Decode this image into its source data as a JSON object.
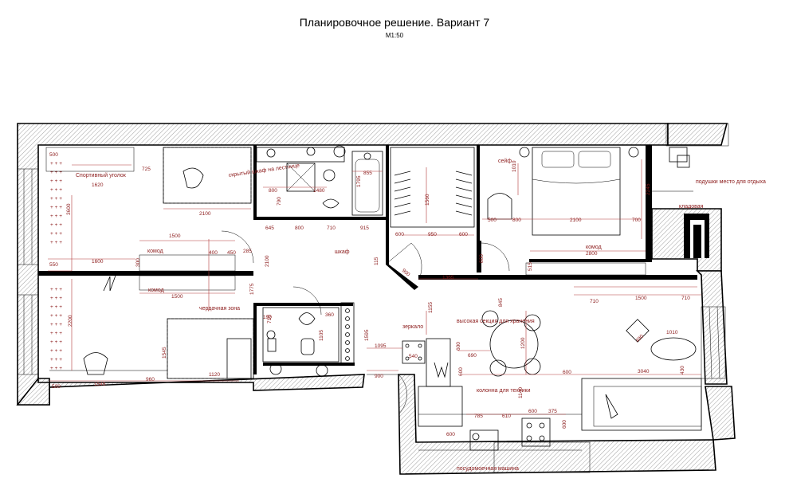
{
  "header": {
    "title": "Планировочное решение. Вариант 7",
    "scale": "М1:50"
  },
  "labels": {
    "sport": "Спортивный уголок",
    "closet_stairs": "скрытый шкаф на лестнице",
    "safe": "сейф",
    "pillows": "подушки место для отдыха",
    "storage": "кладовая",
    "dresser_top": "комод",
    "dresser_bottom": "комод",
    "wardrobe": "шкаф",
    "dresser_bed": "комод",
    "attic": "чердачная зона",
    "mirror": "зеркало",
    "tall_storage": "высокая секция для хранения",
    "column_tech": "колонна для техники",
    "dishwasher": "посудомоечная машина"
  },
  "dims": {
    "d500a": "500",
    "d725": "725",
    "d1620": "1620",
    "d3600": "3600",
    "d2100a": "2100",
    "d1500a": "1500",
    "d400": "400",
    "d450": "450",
    "d285": "285",
    "d1600": "1600",
    "d550": "550",
    "d300": "300",
    "d1500b": "1500",
    "d2100b": "2100",
    "d1775": "1775",
    "d2200": "2200",
    "d500b": "500",
    "d1545a": "1545",
    "d960": "960",
    "d1545b": "1545",
    "d1120": "1120",
    "d645": "645",
    "d800a": "800",
    "d710a": "710",
    "d915": "915",
    "d800b": "800",
    "d1480": "1480",
    "d790": "790",
    "d855": "855",
    "d1795": "1795",
    "d600a": "600",
    "d950": "950",
    "d600b": "600",
    "d1560": "1560",
    "d1365": "1365",
    "d115": "115",
    "d900a": "900",
    "d1155": "1155",
    "d1010a": "1010",
    "d500c": "500",
    "d800c": "800",
    "d2100c": "2100",
    "d700": "700",
    "d2245": "2245",
    "d2800": "2800",
    "d800d": "800",
    "d515": "515",
    "d845": "845",
    "d710b": "710",
    "d1500c": "1500",
    "d710c": "710",
    "d1010b": "1010",
    "d490": "490",
    "d3040": "3040",
    "d430": "430",
    "d600c": "600",
    "d190": "190",
    "d710d": "710",
    "d1095": "1095",
    "d540": "540",
    "d1595": "1595",
    "d900b": "900",
    "d690": "690",
    "d1200": "1200",
    "d600d": "600",
    "d600e": "600",
    "d1140": "1140",
    "d785": "785",
    "d610": "610",
    "d600f": "600",
    "d375": "375",
    "d600g": "600",
    "d600h": "600",
    "d360": "360",
    "d1105": "1105"
  }
}
